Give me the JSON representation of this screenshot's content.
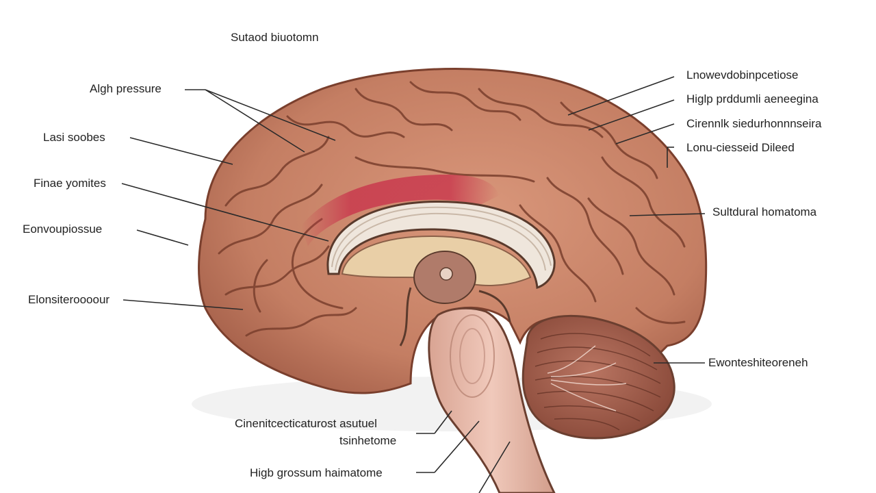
{
  "title": "Sutaod biuotomn",
  "left_labels": [
    "Algh pressure",
    "Lasi soobes",
    "Finae yomites",
    "Eonvoupiossue",
    "Elonsiteroooour"
  ],
  "right_labels": [
    "Lnowevdobinpcetiose",
    "Higlp prddumli aeneegina",
    "Cirennlk siedurhonnnseira",
    "Lonu-ciesseid Dileed",
    "Sultdural homatoma",
    "Ewonteshiteoreneh"
  ],
  "bottom_labels": [
    "Cinenitcecticaturost asutuel",
    "tsinhetome",
    "Higb grossum haimatome"
  ],
  "colors": {
    "cortex": "#c47e63",
    "cortex_shadow": "#9b5a43",
    "sulci": "#7a3f2d",
    "hemorrhage": "#c8314a",
    "corpus_callosum": "#efe6dc",
    "brainstem": "#e3b5a5",
    "cerebellum": "#a4624f",
    "leader_line": "#2a2a2a"
  }
}
